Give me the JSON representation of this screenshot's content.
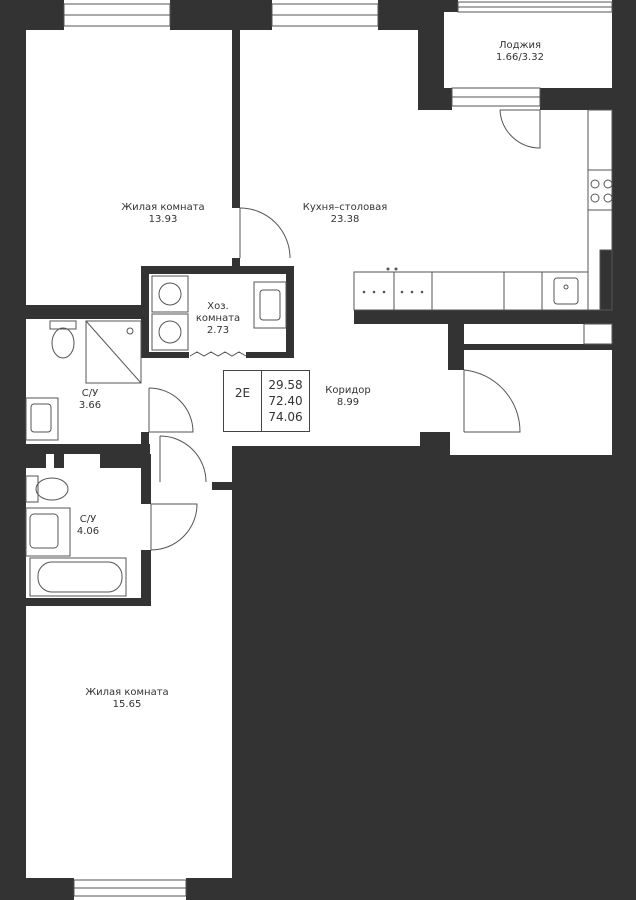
{
  "rooms": [
    {
      "id": "living-1",
      "name": "Жилая комната",
      "area": "13.93"
    },
    {
      "id": "kitchen",
      "name": "Кухня–столовая",
      "area": "23.38"
    },
    {
      "id": "loggia",
      "name": "Лоджия",
      "area": "1.66/3.32"
    },
    {
      "id": "utility",
      "name_line1": "Хоз.",
      "name_line2": "комната",
      "area": "2.73"
    },
    {
      "id": "bath-1",
      "name": "С/У",
      "area": "3.66"
    },
    {
      "id": "corridor",
      "name": "Коридор",
      "area": "8.99"
    },
    {
      "id": "bath-2",
      "name": "С/У",
      "area": "4.06"
    },
    {
      "id": "living-2",
      "name": "Жилая комната",
      "area": "15.65"
    }
  ],
  "apartment": {
    "code": "2E",
    "area_living": "29.58",
    "area_total": "72.40",
    "area_with_loggia": "74.06"
  },
  "colors": {
    "wall": "#333333",
    "line": "#555555",
    "background": "#ffffff"
  }
}
